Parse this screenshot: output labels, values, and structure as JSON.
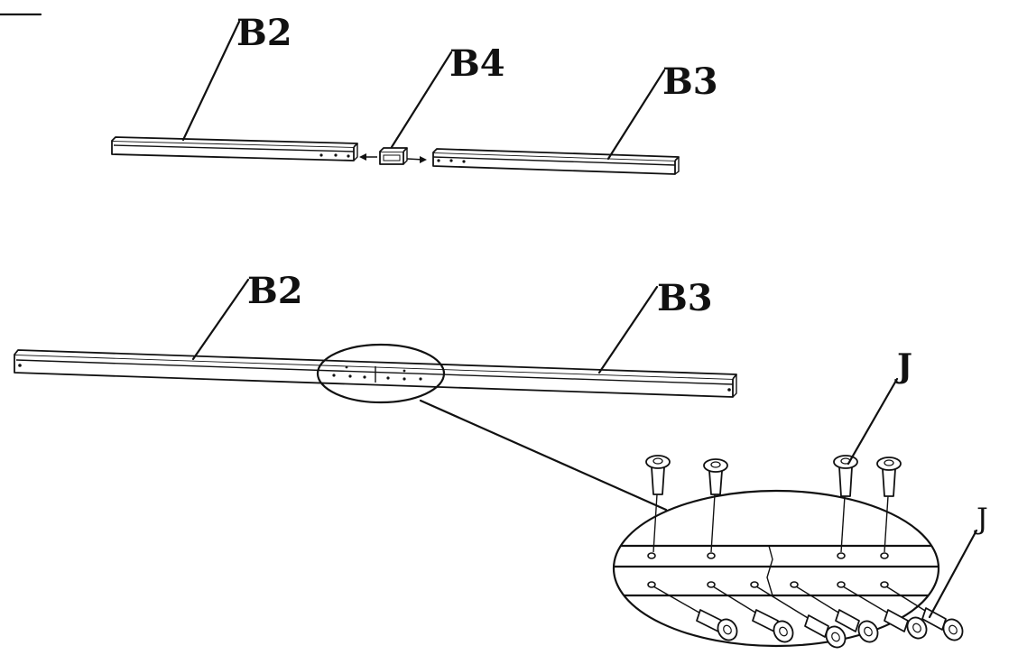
{
  "diagram": {
    "labels": {
      "top_b2": "B2",
      "top_b4": "B4",
      "top_b3": "B3",
      "mid_b2": "B2",
      "mid_b3": "B3",
      "j_top": "J",
      "j_bottom": "J"
    }
  }
}
